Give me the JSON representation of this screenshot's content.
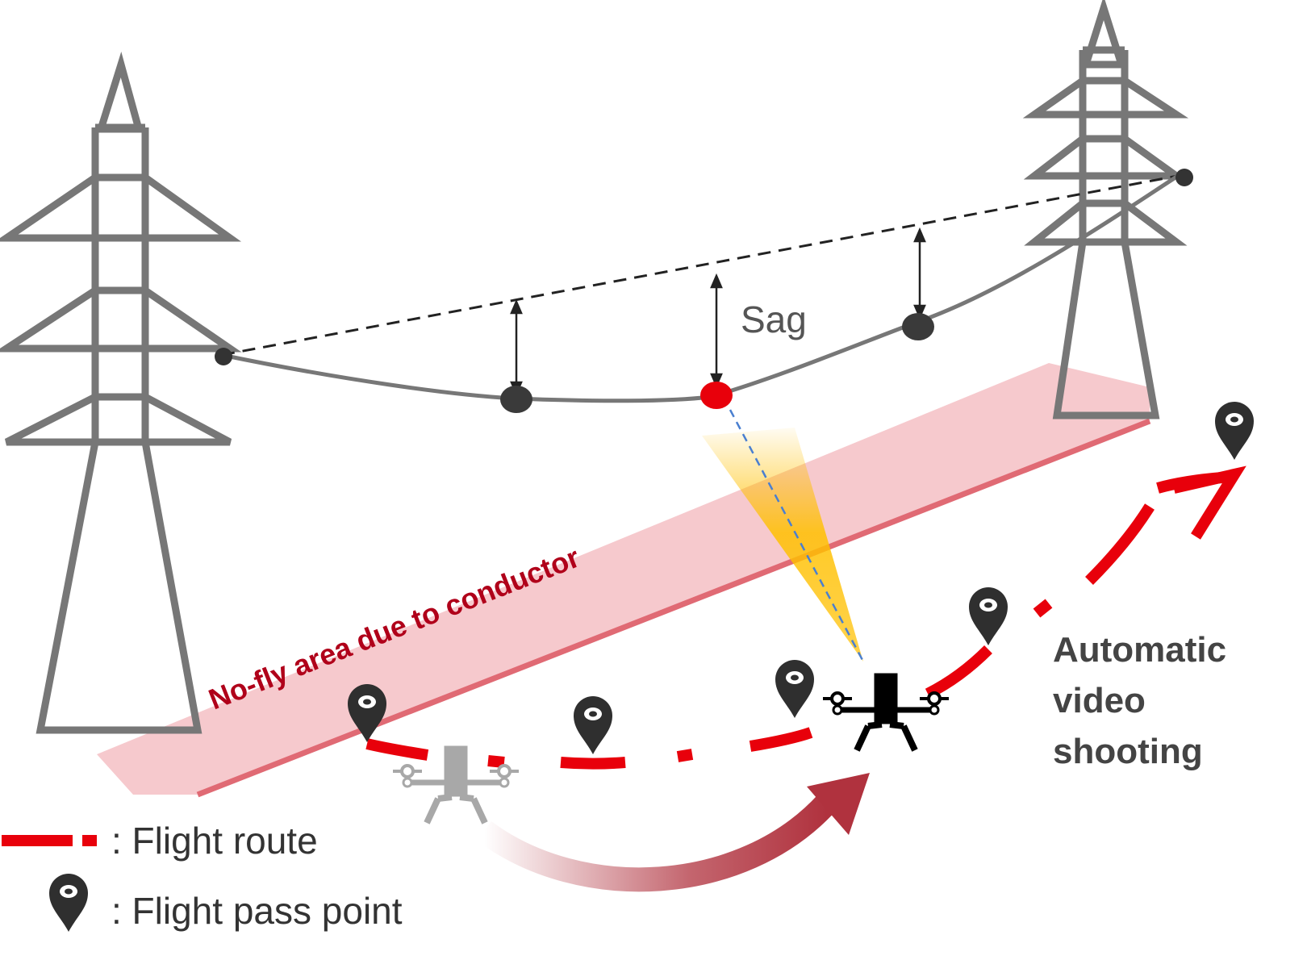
{
  "labels": {
    "sag": "Sag",
    "no_fly": "No-fly  area due to conductor",
    "auto_video_1": "Automatic",
    "auto_video_2": "video",
    "auto_video_3": "shooting",
    "legend_route": ": Flight route",
    "legend_pass": ": Flight pass point"
  },
  "colors": {
    "tower": "#777777",
    "conductor": "#777777",
    "catenary_chord": "#222222",
    "route": "#e8000b",
    "no_fly_fill": "#f6c9cd",
    "no_fly_edge": "#e06a74",
    "no_fly_text": "#b0001a",
    "marker": "#2f2f2f",
    "target_point": "#e8000b",
    "camera_beam": "#ffc000",
    "drone_active": "#000000",
    "drone_ghost": "#a8a8a8",
    "motion_arrow": "#b0323e"
  },
  "icons": {
    "pass_point": "map-pin-icon",
    "drone": "quadcopter-drone-icon"
  }
}
